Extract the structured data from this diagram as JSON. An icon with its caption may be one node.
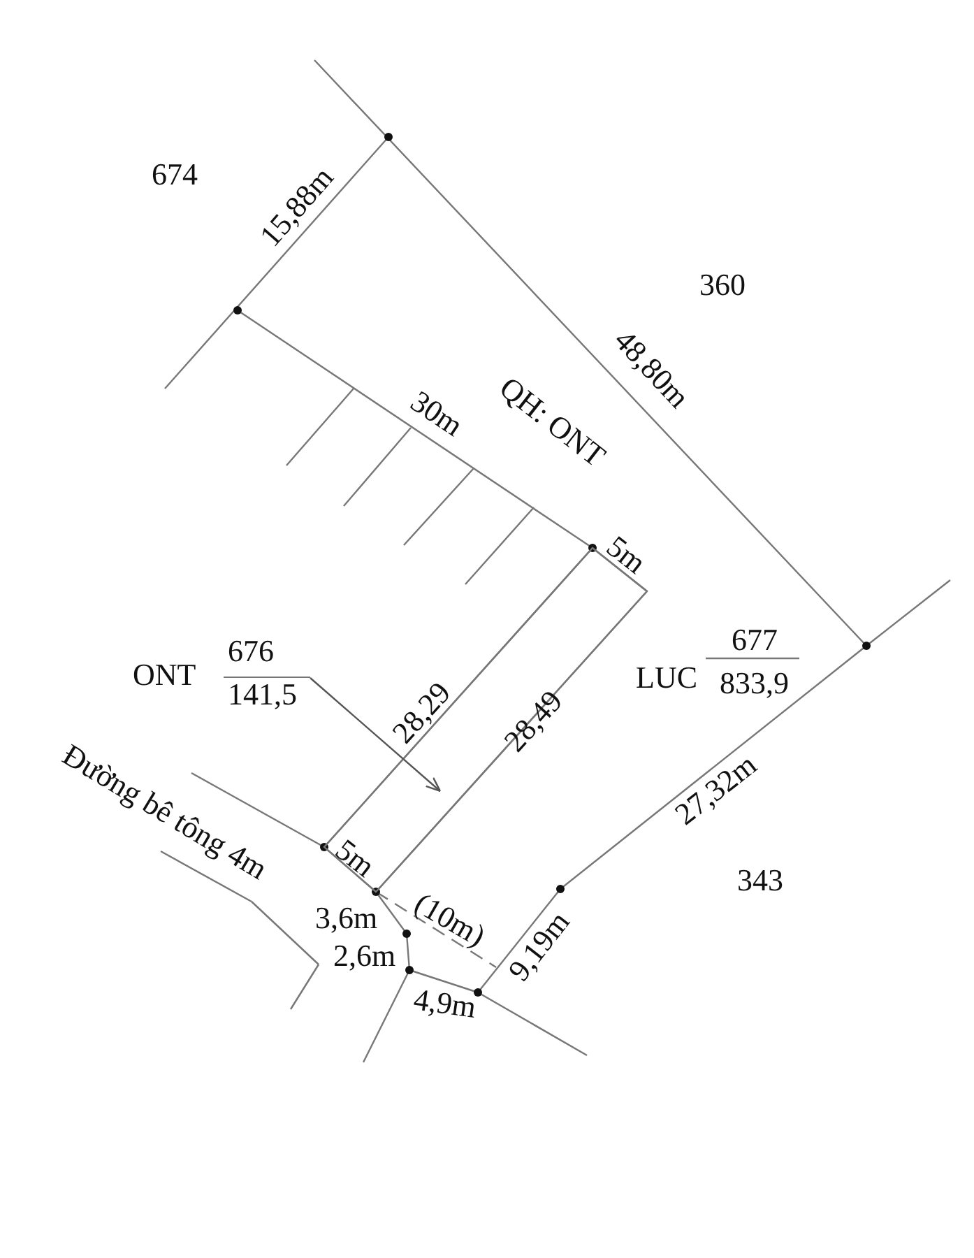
{
  "diagram": {
    "nodes": [
      {
        "text": [
          "ONT",
          "676",
          "141,5"
        ]
      },
      {
        "text": [],
        "shape": "box"
      }
    ],
    "edges": [
      {
        "from": 0,
        "to": 1,
        "arrow": "to"
      }
    ],
    "labels": [
      "674",
      "15,88m",
      "360",
      "48,80m",
      "QH: ONT",
      "30m",
      "5m",
      "LUC",
      "677",
      "833,9",
      "28,29",
      "28,49",
      "Đường bê tông 4m",
      "5m",
      "3,6m",
      "(10m)",
      "2,6m",
      "343",
      "27,32m",
      "9,19m",
      "4,9m"
    ]
  }
}
